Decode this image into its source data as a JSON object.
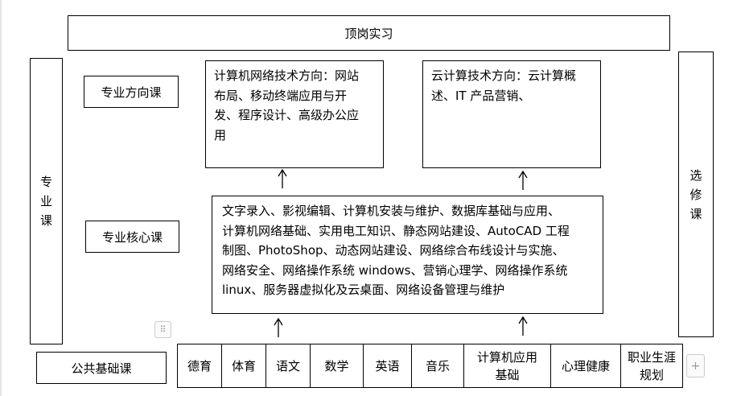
{
  "top_box": "顶岗实习",
  "left_side": [
    "专",
    "业",
    "课"
  ],
  "right_side": [
    "选",
    "修",
    "课"
  ],
  "direction_label": "专业方向课",
  "core_label": "专业核心课",
  "public_label": "公共基础课",
  "network_direction": [
    "计算机网络技术方向：网站",
    "布局、移动终端应用与开",
    "发、程序设计、高级办公应",
    "用"
  ],
  "cloud_direction": [
    "云计算技术方向：云计算概",
    "述、IT 产品营销、"
  ],
  "core_courses": [
    "文字录入、影视编辑、计算机安装与维护、数据库基础与应用、",
    "计算机网络基础、实用电工知识、静态网站建设、AutoCAD 工程",
    "制图、PhotoShop、动态网站建设、网络综合布线设计与实施、",
    "网络安全、网络操作系统 windows、营销心理学、网络操作系统",
    "linux、服务器虚拟化及云桌面、网络设备管理与维护"
  ],
  "public_courses": [
    [
      "德育"
    ],
    [
      "体育"
    ],
    [
      "语文"
    ],
    [
      "数学"
    ],
    [
      "英语"
    ],
    [
      "音乐"
    ],
    [
      "计算机应用",
      "基础"
    ],
    [
      "心理健康"
    ],
    [
      "职业生涯",
      "规划"
    ]
  ],
  "handles": {
    "move": "⠿",
    "add": "+"
  }
}
